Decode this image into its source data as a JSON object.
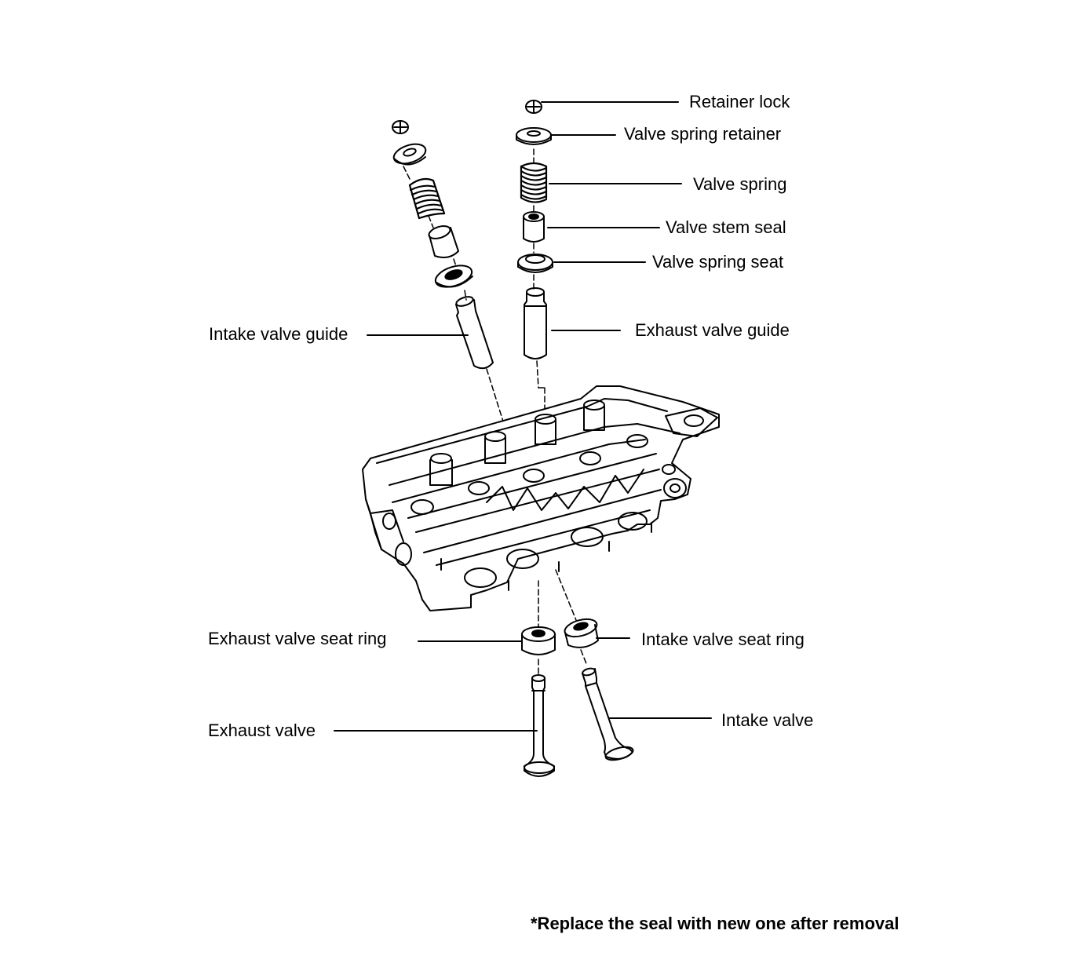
{
  "labels": {
    "retainer_lock": "Retainer lock",
    "valve_spring_retainer": "Valve spring retainer",
    "valve_spring": "Valve spring",
    "valve_stem_seal": "Valve stem seal",
    "valve_spring_seat": "Valve spring seat",
    "intake_valve_guide": "Intake valve guide",
    "exhaust_valve_guide": "Exhaust valve guide",
    "exhaust_valve_seat_ring": "Exhaust valve seat ring",
    "intake_valve_seat_ring": "Intake valve seat ring",
    "exhaust_valve": "Exhaust valve",
    "intake_valve": "Intake valve"
  },
  "note": "*Replace the seal with new one after removal",
  "colors": {
    "line": "#000000",
    "background": "#ffffff"
  }
}
